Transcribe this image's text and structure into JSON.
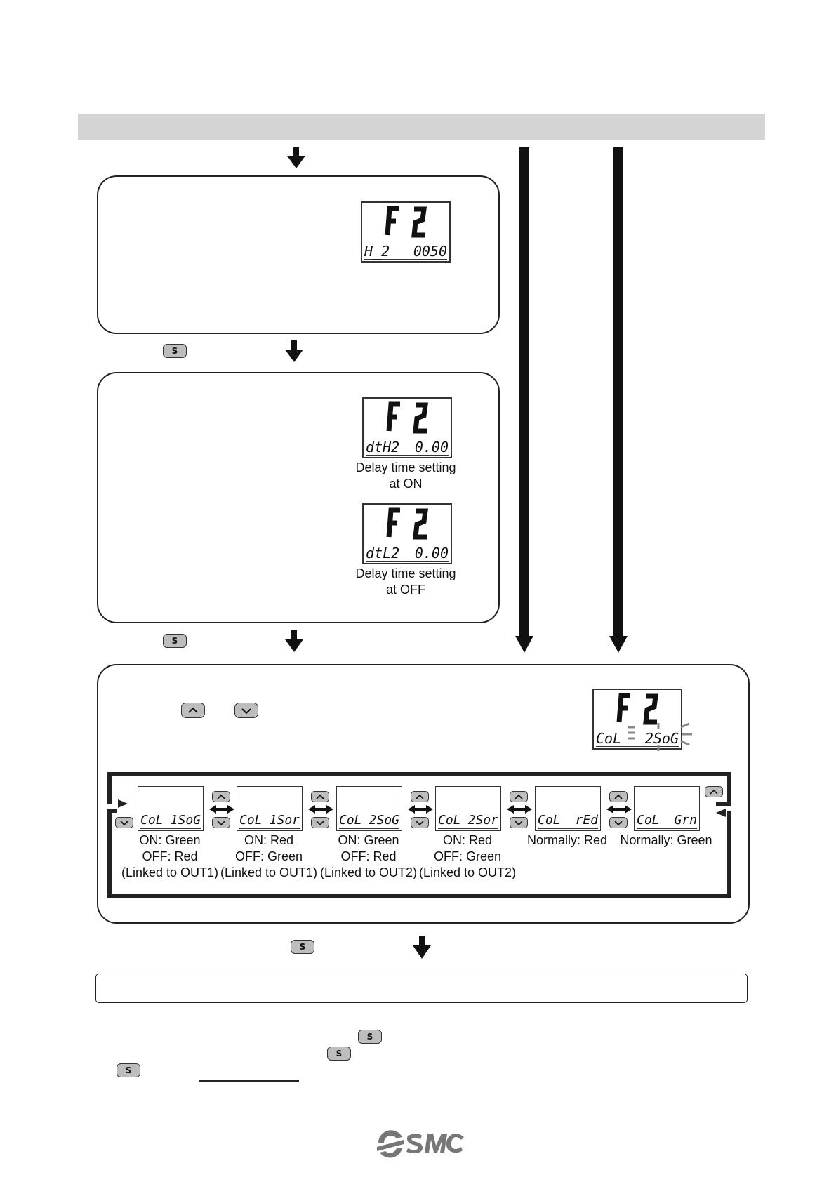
{
  "screen1": {
    "big": "F 2",
    "left": "H_2",
    "right": "0050"
  },
  "screen2a": {
    "big": "F 2",
    "left": "dtH2",
    "right": "0.00",
    "caption_line1": "Delay time setting",
    "caption_line2": "at ON"
  },
  "screen2b": {
    "big": "F 2",
    "left": "dtL2",
    "right": "0.00",
    "caption_line1": "Delay time setting",
    "caption_line2": "at OFF"
  },
  "screen3": {
    "big": "F 2",
    "left": "CoL",
    "right": "2SoG"
  },
  "set_key": {
    "label": "S"
  },
  "color_options": [
    {
      "left": "CoL",
      "right": "1SoG",
      "line1": "ON: Green",
      "line2": "OFF: Red",
      "line3": "(Linked to OUT1)"
    },
    {
      "left": "CoL",
      "right": "1Sor",
      "line1": "ON: Red",
      "line2": "OFF: Green",
      "line3": "(Linked to OUT1)"
    },
    {
      "left": "CoL",
      "right": "2SoG",
      "line1": "ON: Green",
      "line2": "OFF: Red",
      "line3": "(Linked to OUT2)"
    },
    {
      "left": "CoL",
      "right": "2Sor",
      "line1": "ON: Red",
      "line2": "OFF: Green",
      "line3": "(Linked to OUT2)"
    },
    {
      "left": "CoL",
      "right": "rEd",
      "line1": "Normally: Red",
      "line2": "",
      "line3": ""
    },
    {
      "left": "CoL",
      "right": "Grn",
      "line1": "Normally: Green",
      "line2": "",
      "line3": ""
    }
  ],
  "colors": {
    "header_bar": "#d4d4d4",
    "key_fill": "#bdbdbd",
    "line": "#222222"
  }
}
